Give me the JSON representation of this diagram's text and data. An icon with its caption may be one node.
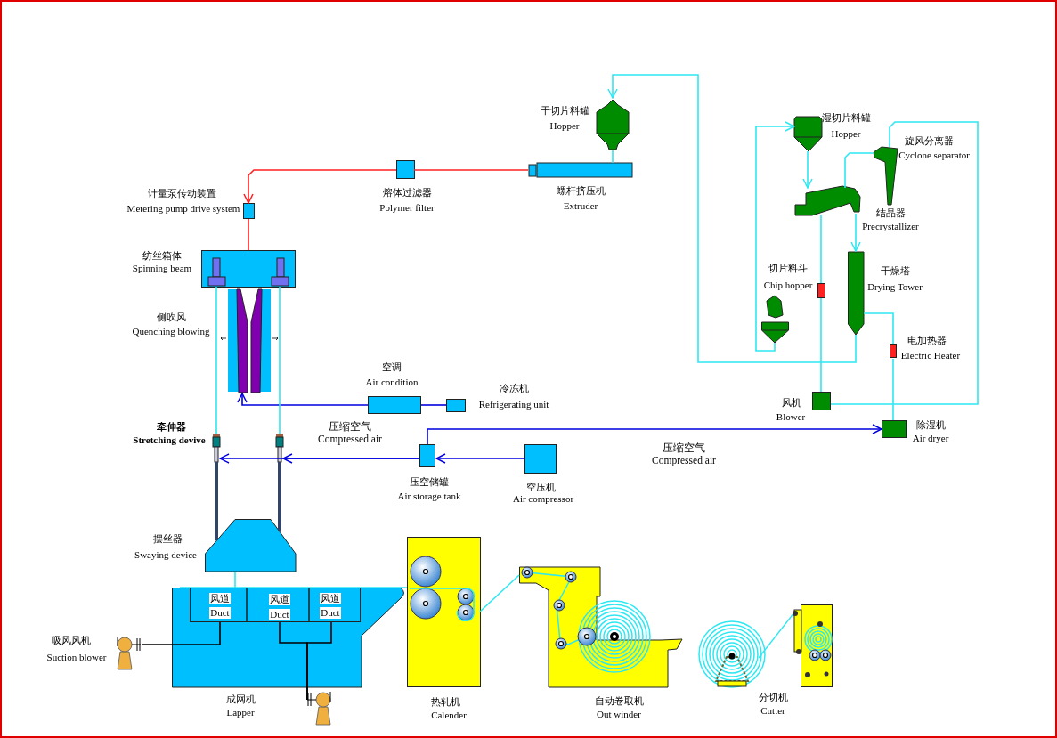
{
  "diagram": {
    "nodes": [
      {
        "text": [
          "干切片料罐",
          "Hopper"
        ]
      },
      {
        "text": [
          "螺杆挤压机",
          "Extruder"
        ]
      },
      {
        "text": [
          "熔体过滤器",
          "Polymer filter"
        ]
      },
      {
        "text": [
          "计量泵传动装置",
          "Metering pump drive system"
        ]
      },
      {
        "text": [
          "纺丝箱体",
          "Spinning beam"
        ]
      },
      {
        "text": [],
        "shape": "picture"
      },
      {
        "text": [
          "空调",
          "Air condition"
        ]
      },
      {
        "text": [
          "冷冻机",
          "Refrigerating unit"
        ]
      },
      {
        "text": [
          "牵伸器",
          "Stretching devive"
        ]
      },
      {
        "text": [],
        "shape": "picture"
      },
      {
        "text": [
          "压空储罐",
          "Air storage tank"
        ]
      },
      {
        "text": [
          "空压机",
          "Air compressor"
        ]
      },
      {
        "text": [
          "摆丝器",
          "Swaying device"
        ]
      },
      {
        "text": [
          "成网机",
          "Lapper"
        ]
      },
      {
        "text": [
          "风道",
          "Duct"
        ],
        "in": 13
      },
      {
        "text": [
          "风道",
          "Duct"
        ],
        "in": 13
      },
      {
        "text": [
          "风道",
          "Duct"
        ],
        "in": 13
      },
      {
        "text": [
          "吸风风机",
          "Suction blower"
        ]
      },
      {
        "text": [],
        "shape": "picture"
      },
      {
        "text": [
          "热轧机",
          "Calender"
        ]
      },
      {
        "text": [
          "自动卷取机",
          "Out winder"
        ]
      },
      {
        "text": [
          "分切机",
          "Cutter"
        ]
      },
      {
        "text": [
          "湿切片料罐",
          "Hopper"
        ]
      },
      {
        "text": [
          "结晶器",
          "Precrystallizer"
        ]
      },
      {
        "text": [
          "旋风分离器",
          "Cyclone separator"
        ]
      },
      {
        "text": [
          "干燥塔",
          "Drying Tower"
        ]
      },
      {
        "text": [
          "切片料斗",
          "Chip hopper"
        ]
      },
      {
        "text": [
          "电加热器",
          "Electric Heater"
        ]
      },
      {
        "text": [
          "风机",
          "Blower"
        ]
      },
      {
        "text": [
          "除湿机",
          "Air dryer"
        ]
      },
      {
        "text": [],
        "shape": "box"
      }
    ],
    "edges": [
      {
        "from": 0,
        "to": 1,
        "arrow": "none"
      },
      {
        "from": 1,
        "to": 2,
        "arrow": "none",
        "color": "#ff2020"
      },
      {
        "from": 2,
        "to": 3,
        "arrow": "to",
        "color": "#ff2020"
      },
      {
        "from": 3,
        "to": 4,
        "arrow": "none",
        "color": "#ff2020"
      },
      {
        "from": 25,
        "to": 0,
        "arrow": "to"
      },
      {
        "from": 26,
        "to": 22,
        "arrow": "to"
      },
      {
        "from": 22,
        "to": 23,
        "arrow": "to"
      },
      {
        "from": 23,
        "to": 25,
        "arrow": "to"
      },
      {
        "from": 23,
        "to": 24,
        "arrow": "none"
      },
      {
        "from": 23,
        "to": 30,
        "arrow": "none"
      },
      {
        "from": 30,
        "to": 28,
        "arrow": "none"
      },
      {
        "from": 28,
        "to": 24,
        "arrow": "none"
      },
      {
        "from": 25,
        "to": 27,
        "arrow": "none"
      },
      {
        "from": 27,
        "to": 29,
        "arrow": "none"
      },
      {
        "from": 10,
        "to": 29,
        "arrow": "to",
        "color": "#0000e0",
        "label": "压缩空气 Compressed air"
      },
      {
        "from": 11,
        "to": 10,
        "arrow": "to",
        "color": "#0000e0"
      },
      {
        "from": 10,
        "to": 9,
        "arrow": "to",
        "color": "#0000e0",
        "label": "压缩空气 Compressed air"
      },
      {
        "from": 10,
        "to": 8,
        "arrow": "to",
        "color": "#0000e0"
      },
      {
        "from": 7,
        "to": 6,
        "arrow": "none",
        "color": "#0000e0"
      },
      {
        "from": 6,
        "to": 5,
        "arrow": "to",
        "color": "#0000e0"
      },
      {
        "from": 4,
        "to": 8,
        "arrow": "none"
      },
      {
        "from": 4,
        "to": 9,
        "arrow": "none"
      },
      {
        "from": 8,
        "to": 12,
        "arrow": "none",
        "color": "#334466",
        "style": "thick"
      },
      {
        "from": 9,
        "to": 12,
        "arrow": "none",
        "color": "#334466",
        "style": "thick"
      },
      {
        "from": 12,
        "to": 13,
        "arrow": "none"
      },
      {
        "from": 13,
        "to": 19,
        "arrow": "none"
      },
      {
        "from": 19,
        "to": 20,
        "arrow": "none"
      },
      {
        "from": 14,
        "to": 17,
        "arrow": "none",
        "color": "#000000"
      },
      {
        "from": 15,
        "to": 18,
        "arrow": "none",
        "color": "#000000"
      },
      {
        "from": 16,
        "to": 18,
        "arrow": "none",
        "color": "#000000"
      }
    ],
    "labels": [
      "侧吹风",
      "Quenching blowing"
    ]
  }
}
